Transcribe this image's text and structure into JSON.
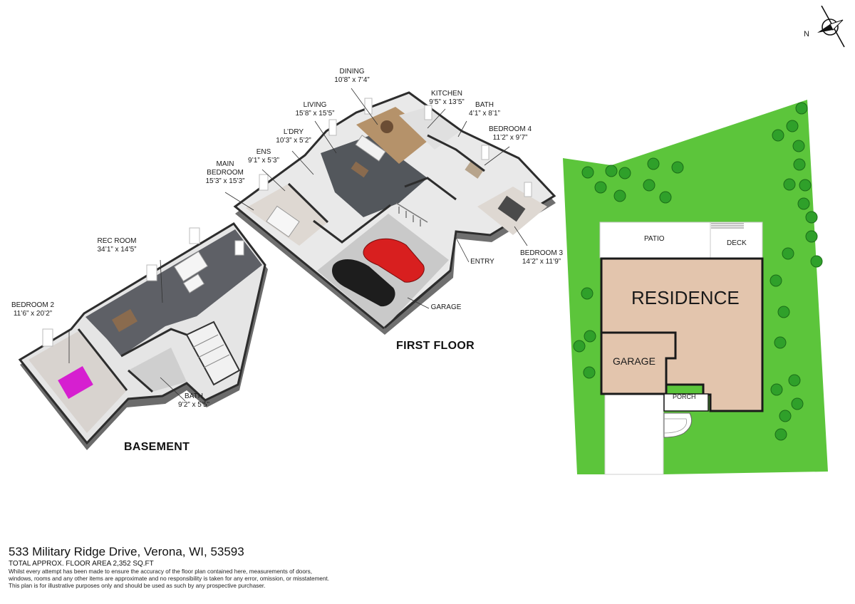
{
  "floors": {
    "basement": "BASEMENT",
    "first": "FIRST FLOOR"
  },
  "rooms": {
    "dining": {
      "name": "DINING",
      "dim": "10’8” x 7’4”"
    },
    "kitchen": {
      "name": "KITCHEN",
      "dim": "9’5” x 13’5”"
    },
    "living": {
      "name": "LIVING",
      "dim": "15’8” x 15’5”"
    },
    "bath_first": {
      "name": "BATH",
      "dim": "4’1” x 8’1”"
    },
    "bedroom4": {
      "name": "BEDROOM 4",
      "dim": "11’2” x 9’7”"
    },
    "laundry": {
      "name": "L’DRY",
      "dim": "10’3” x 5’2”"
    },
    "ens": {
      "name": "ENS",
      "dim": "9’1” x 5’3”"
    },
    "main_bedroom": {
      "name1": "MAIN",
      "name2": "BEDROOM",
      "dim": "15’3” x 15’3”"
    },
    "bedroom3": {
      "name": "BEDROOM 3",
      "dim": "14’2” x 11’9”"
    },
    "entry": {
      "name": "ENTRY"
    },
    "garage": {
      "name": "GARAGE"
    },
    "rec_room": {
      "name": "REC ROOM",
      "dim": "34’1” x 14’5”"
    },
    "bedroom2": {
      "name": "BEDROOM 2",
      "dim": "11’6” x 20’2”"
    },
    "bath_basement": {
      "name": "BATH",
      "dim": "9’2” x 5’5”"
    }
  },
  "site": {
    "residence": "RESIDENCE",
    "garage": "GARAGE",
    "patio": "PATIO",
    "deck": "DECK",
    "porch": "PORCH",
    "compass_letter": "N",
    "colors": {
      "lawn": "#5cc53b",
      "building": "#e3c5ad",
      "tree": "#2fa02a"
    }
  },
  "footer": {
    "address": "533 Military Ridge Drive, Verona, WI, 53593",
    "total_area": "TOTAL APPROX. FLOOR AREA 2,352 SQ.FT",
    "disclaimer_1": "Whilst every attempt has been made to ensure the accuracy of the floor plan contained here, measurements of doors,",
    "disclaimer_2": "windows, rooms and any other items are approximate and no responsibility is taken for any error, omission, or misstatement.",
    "disclaimer_3": "This plan is for illustrative purposes only and should be used as such by any prospective purchaser."
  }
}
